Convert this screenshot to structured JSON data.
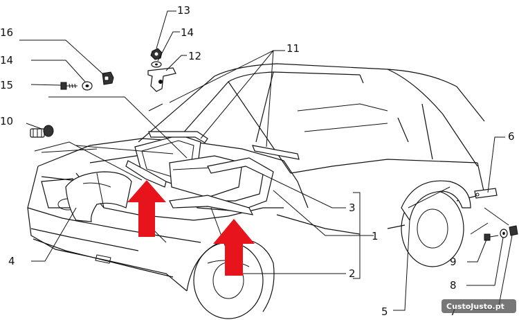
{
  "callouts": {
    "c1": "1",
    "c2": "2",
    "c3": "3",
    "c4": "4",
    "c5": "5",
    "c6": "6",
    "c7": "7",
    "c8": "8",
    "c9": "9",
    "c10": "10",
    "c11": "11",
    "c12": "12",
    "c13": "13",
    "c14a": "14",
    "c14b": "14",
    "c15": "15",
    "c16": "16"
  },
  "watermark": "CustoJusto.pt",
  "colors": {
    "arrow": "#e8141b",
    "ink": "#111111",
    "watermark_bg": "#4a4a4a"
  }
}
